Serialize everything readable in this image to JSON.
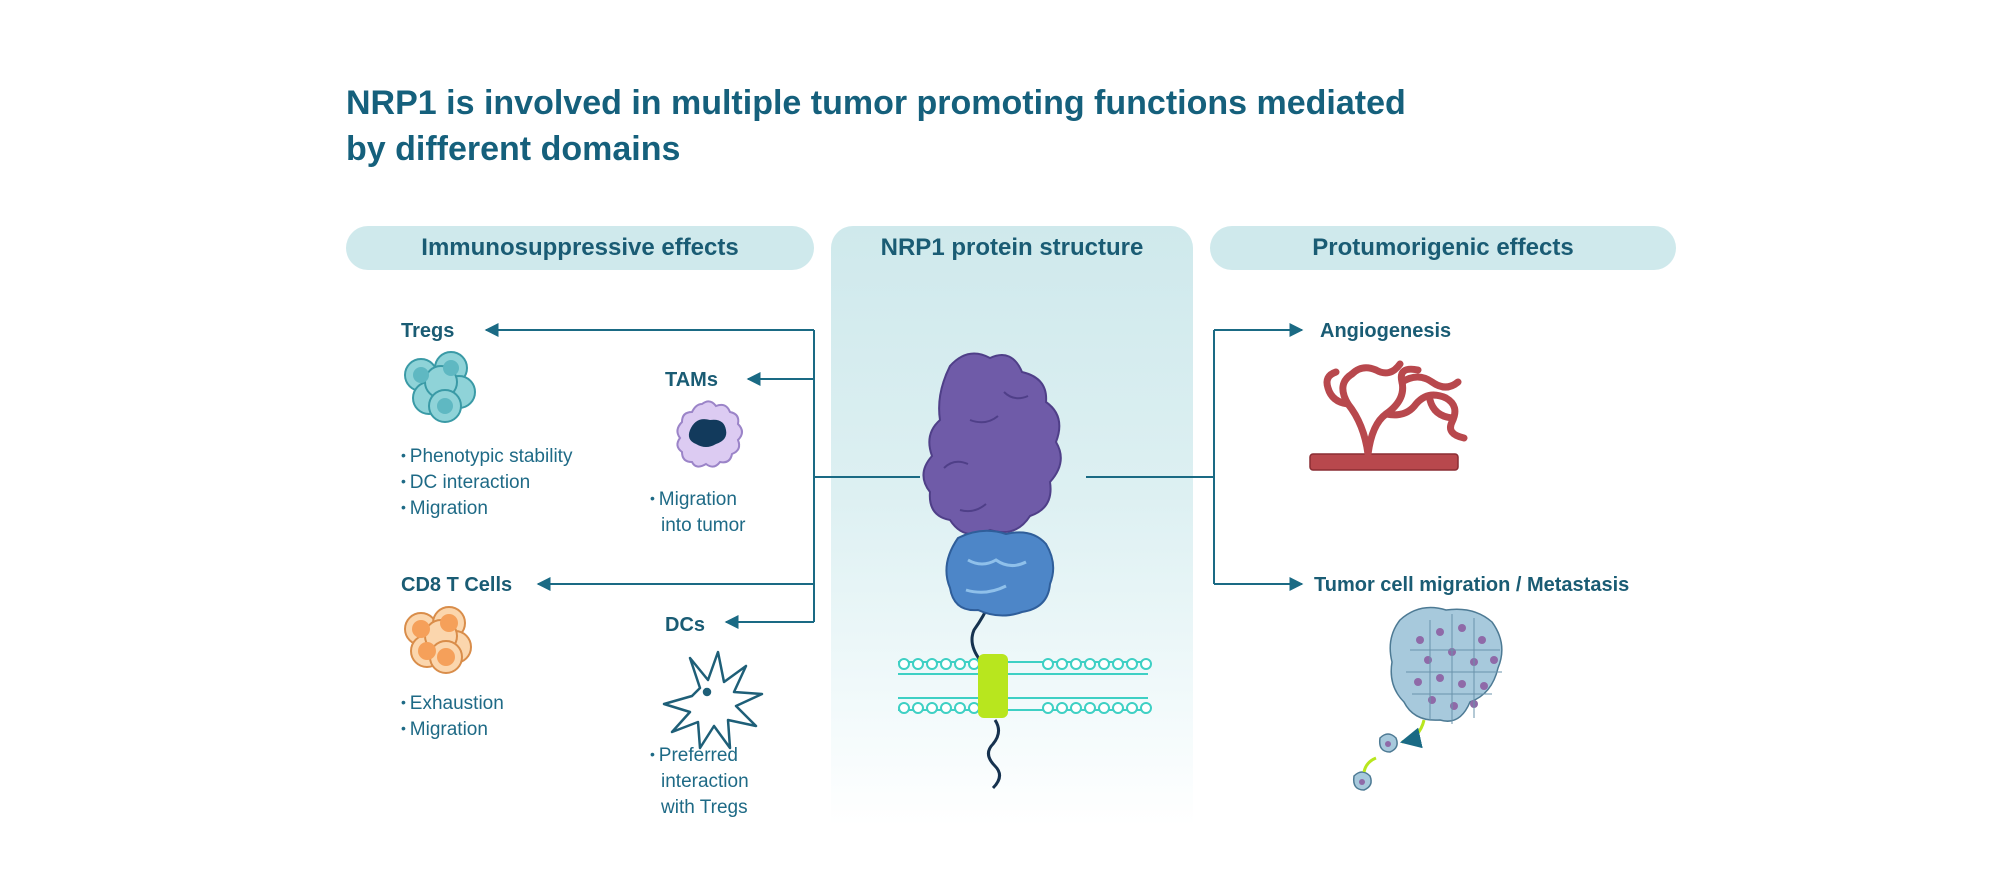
{
  "title": {
    "line1": "NRP1 is involved in multiple tumor promoting functions mediated",
    "line2": "by different domains"
  },
  "headers": {
    "left": "Immunosuppressive effects",
    "center": "NRP1 protein structure",
    "right": "Protumorigenic effects"
  },
  "left": {
    "tregs": {
      "label": "Tregs",
      "bullets": [
        "Phenotypic stability",
        "DC interaction",
        "Migration"
      ]
    },
    "tams": {
      "label": "TAMs",
      "bullets": [
        "Migration",
        "into tumor"
      ]
    },
    "cd8": {
      "label": "CD8 T Cells",
      "bullets": [
        "Exhaustion",
        "Migration"
      ]
    },
    "dcs": {
      "label": "DCs",
      "bullets": [
        "Preferred",
        "interaction",
        "with Tregs"
      ]
    }
  },
  "right": {
    "angiogenesis": {
      "label": "Angiogenesis"
    },
    "metastasis": {
      "label": "Tumor cell migration / Metastasis"
    }
  },
  "colors": {
    "title": "#15607c",
    "pill": "#cfe9ec",
    "line": "#1a6a84",
    "treg_cell": "#8fd3d8",
    "cd8_cell": "#f6b27a",
    "tam_cell": "#d9c5ef",
    "vessel": "#b8484d",
    "membrane": "#3ed0c4",
    "tm_helix": "#b8e61e",
    "protein_upper": "#6f5ba8",
    "protein_lower": "#4d86c8"
  }
}
